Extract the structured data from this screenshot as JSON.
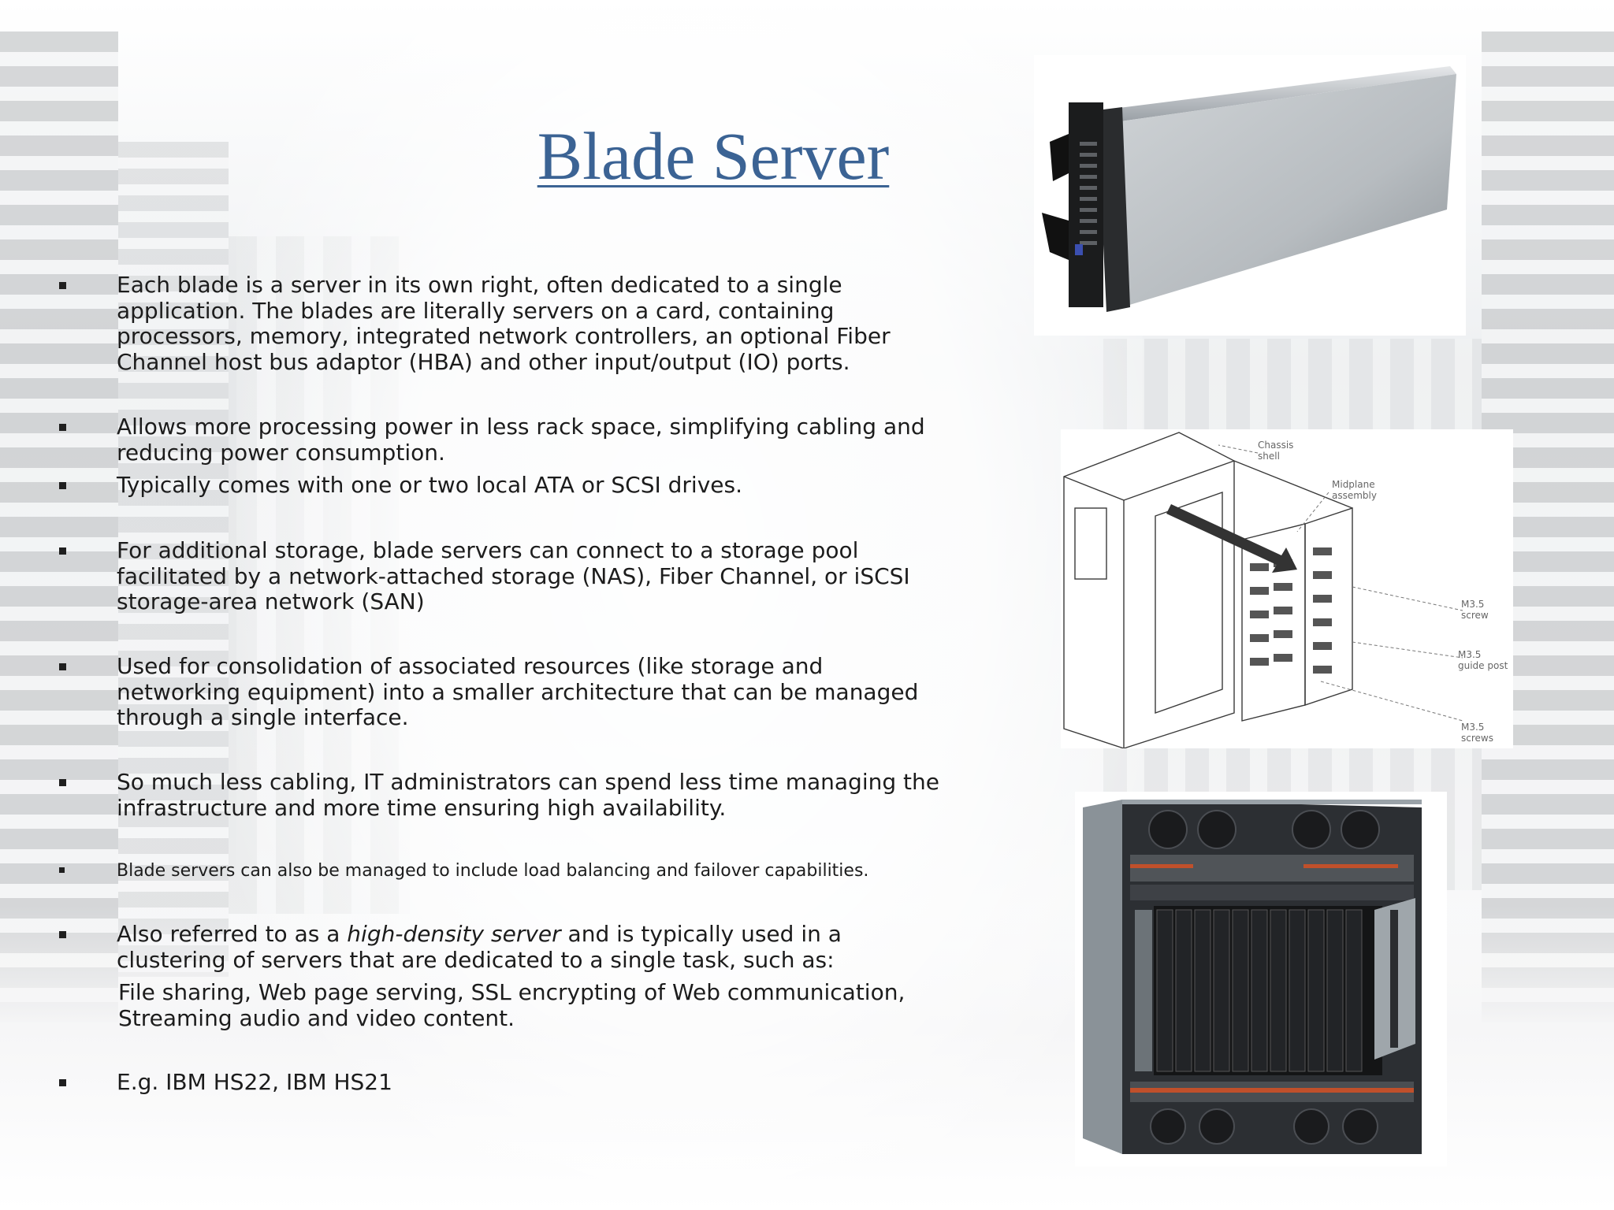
{
  "title": "Blade Server",
  "bullets": [
    {
      "text": "Each blade is a server in its own right, often dedicated to a single application. The blades are literally servers on a card, containing processors, memory, integrated network controllers, an optional Fiber Channel host bus adaptor (HBA) and other input/output (IO) ports."
    },
    {
      "text": "Allows more processing power in less rack space, simplifying cabling and reducing power consumption."
    },
    {
      "text": "Typically comes with one or two local ATA or SCSI drives."
    },
    {
      "text": "For additional storage, blade servers can connect to a storage pool facilitated by a network-attached storage (NAS), Fiber Channel, or iSCSI storage-area network (SAN)"
    },
    {
      "text": "Used for consolidation of associated resources (like storage and networking equipment) into a smaller architecture that can be managed through a single interface."
    },
    {
      "text": "So much less cabling, IT administrators can spend less time managing the infrastructure and more time ensuring high availability."
    },
    {
      "text": "Blade servers can also be managed to include load balancing and failover capabilities."
    },
    {
      "prefix": "Also referred to as a ",
      "emphasis": "high-density server",
      "suffix": " and is typically used in a clustering of servers that are dedicated to a single task, such as:"
    },
    {
      "text": "E.g. IBM HS22, IBM HS21"
    }
  ],
  "subtext": "File sharing, Web page serving, SSL encrypting of Web communication, Streaming audio and video content.",
  "diagram_labels": {
    "chassis": [
      "Chassis",
      "shell"
    ],
    "midplane": [
      "Midplane",
      "assembly"
    ],
    "screw": [
      "M3.5",
      "screw"
    ],
    "guide": [
      "M3.5",
      "guide post"
    ],
    "screws": [
      "M3.5",
      "screws"
    ]
  }
}
